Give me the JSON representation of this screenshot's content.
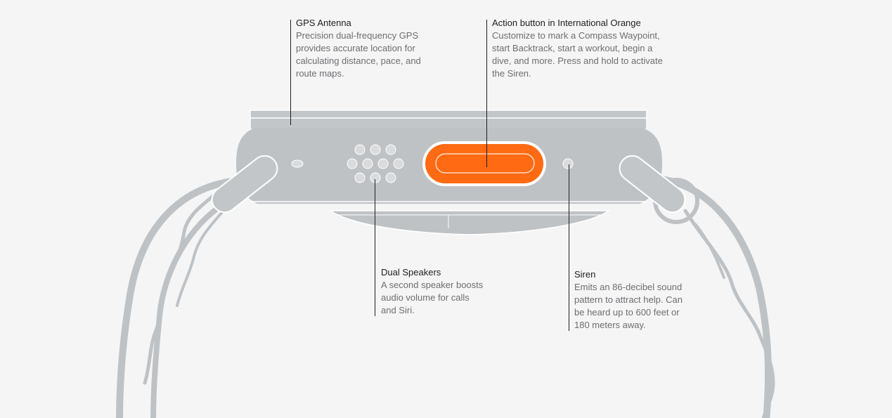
{
  "callouts": {
    "gps": {
      "title": "GPS Antenna",
      "lines": [
        "Precision dual-frequency GPS",
        "provides accurate location for",
        "calculating distance, pace, and",
        "route maps."
      ]
    },
    "action": {
      "title": "Action button in International Orange",
      "lines": [
        "Customize to mark a Compass Waypoint,",
        "start Backtrack, start a workout, begin a",
        "dive, and more. Press and hold to activate",
        "the Siren."
      ]
    },
    "speakers": {
      "title": "Dual Speakers",
      "lines": [
        "A second speaker boosts",
        "audio volume for calls",
        "and Siri."
      ]
    },
    "siren": {
      "title": "Siren",
      "lines": [
        "Emits an 86-decibel sound",
        "pattern to attract help. Can",
        "be heard up to 600 feet or",
        "180 meters away."
      ]
    }
  },
  "colors": {
    "background": "#f5f5f5",
    "case": "#bfc2c5",
    "band": "#c2c5c8",
    "action_button": "#ff6a13",
    "text_title": "#1d1d1f",
    "text_desc": "#6e6e73"
  }
}
